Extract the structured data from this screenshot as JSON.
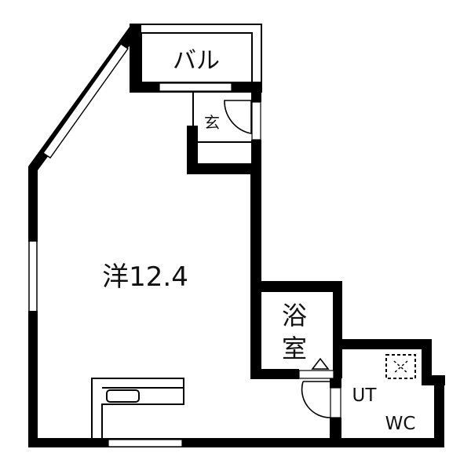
{
  "floorplan": {
    "rooms": {
      "balcony": {
        "label": "バル"
      },
      "entrance": {
        "label": "玄"
      },
      "western_room": {
        "label": "洋12.4"
      },
      "bath_line1": {
        "label": "浴"
      },
      "bath_line2": {
        "label": "室"
      },
      "utility": {
        "label": "UT"
      },
      "toilet": {
        "label": "WC"
      }
    },
    "colors": {
      "wall": "#000000",
      "background": "#ffffff",
      "line": "#111111"
    }
  }
}
